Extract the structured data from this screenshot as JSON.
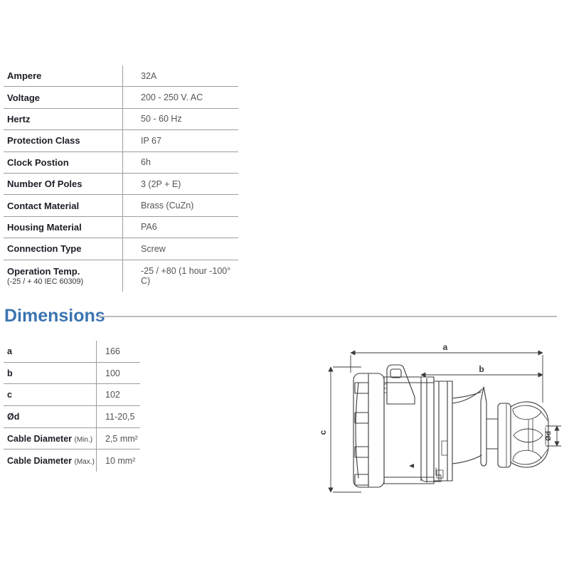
{
  "specifications": {
    "rows": [
      {
        "label": "Ampere",
        "value": "32A"
      },
      {
        "label": "Voltage",
        "value": "200 - 250 V. AC"
      },
      {
        "label": "Hertz",
        "value": "50 - 60 Hz"
      },
      {
        "label": "Protection Class",
        "value": "IP 67"
      },
      {
        "label": "Clock Postion",
        "value": "6h"
      },
      {
        "label": "Number Of Poles",
        "value": "3 (2P + E)"
      },
      {
        "label": "Contact Material",
        "value": "Brass (CuZn)"
      },
      {
        "label": "Housing Material",
        "value": "PA6"
      },
      {
        "label": "Connection Type",
        "value": "Screw"
      },
      {
        "label": "Operation Temp.",
        "sublabel": "(-25 / + 40 IEC 60309)",
        "value": "-25 / +80 (1 hour -100° C)"
      }
    ]
  },
  "dimensions": {
    "heading": "Dimensions",
    "accent_color": "#3b74b1",
    "rule_color": "#bdbdbd",
    "rows": [
      {
        "label": "a",
        "value": "166"
      },
      {
        "label": "b",
        "value": "100"
      },
      {
        "label": "c",
        "value": "102"
      },
      {
        "label": "Ød",
        "value": "11-20,5"
      },
      {
        "label": "Cable Diameter",
        "sublabel": "(Min.)",
        "value": "2,5 mm²"
      },
      {
        "label": "Cable Diameter",
        "sublabel": "(Max.)",
        "value": "10 mm²"
      }
    ]
  },
  "drawing": {
    "labels": {
      "a": "a",
      "b": "b",
      "c": "c",
      "d": "Ød"
    },
    "line_color": "#3a3a3a"
  }
}
